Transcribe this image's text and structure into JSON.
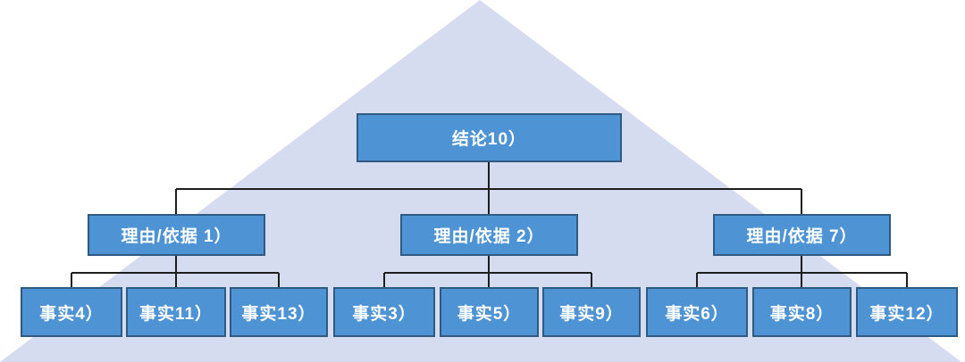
{
  "colors": {
    "background": "#ffffff",
    "triangle": "#d5dcef",
    "box_fill": "#4e93d3",
    "box_border": "#2f5b83",
    "box_text": "#ffffff",
    "connector": "#1e1e1e"
  },
  "pyramid": {
    "conclusion": {
      "label": "结论10）"
    },
    "reasons": [
      {
        "label": "理由/依据 1）"
      },
      {
        "label": "理由/依据 2）"
      },
      {
        "label": "理由/依据 7）"
      }
    ],
    "facts": [
      {
        "label": "事实4）"
      },
      {
        "label": "事实11）"
      },
      {
        "label": "事实13）"
      },
      {
        "label": "事实3）"
      },
      {
        "label": "事实5）"
      },
      {
        "label": "事实9）"
      },
      {
        "label": "事实6）"
      },
      {
        "label": "事实8）"
      },
      {
        "label": "事实12）"
      }
    ]
  }
}
